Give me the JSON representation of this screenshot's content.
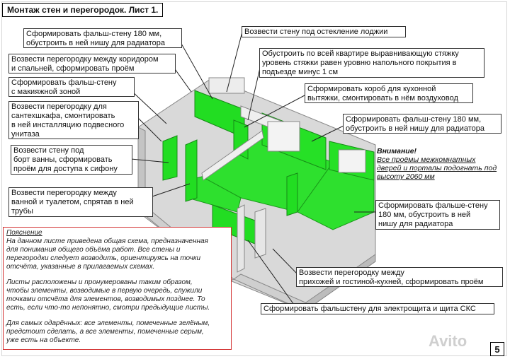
{
  "title": "Монтаж стен и перегородок. Лист 1.",
  "labels": {
    "l1": "Сформировать фальш-стену 180 мм,\nобустроить в ней нишу для радиатора",
    "l2": "Возвести стену под остекление лоджии",
    "l3": "Возвести перегородку между коридором\nи спальней, сформировать проём",
    "l4": "Обустроить по всей квартире выравнивающую стяжку\nуровень стяжки равен уровню напольного покрытия в\nподъезде минус 1 см",
    "l5": "Сформировать фальш-стену\nс макияжной зоной",
    "l6": "Сформировать короб для кухонной\nвытяжки, смонтировать в нём воздуховод",
    "l7": "Возвести перегородку для\nсантехшкафа, смонтировать\nв ней инсталляцию подвесного\nунитаза",
    "l8": "Сформировать фальш-стену 180 мм,\nобустроить в ней нишу для радиатора",
    "l9": "Возвести стену под\nборт ванны, сформировать\nпроём для доступа к сифону",
    "l10": "Возвести перегородку между\nванной и туалетом, спрятав в ней\nтрубы",
    "l11": "Сформировать фальше-стену\n180 мм, обустроить в ней\nнишу для радиатора",
    "l12": "Возвести перегородку между\nприхожей и гостиной-кухней, сформировать проём",
    "l13": "Сформировать фальшстену для электрощита и щита СКС"
  },
  "warning": {
    "heading": "Внимание!",
    "text": "Все проёмы межкомнатных дверей и порталы подогнать под высоту 2060 мм"
  },
  "note": {
    "heading": "Пояснение",
    "p1": "На данном листе приведена общая схема, предназначенная\nдля понимания общего объёма работ. Все стены и\nперегородки следует возводить, ориентируясь на точки\nотсчёта, указанные в прилагаемых схемах.",
    "p2": "Листы расположены и пронумерованы таким образом,\nчтобы элементы, возводимые в первую очередь, служили\nточками отсчёта для элементов, возводимых позднее. То\nесть, если что-то непонятно, смотри предыдущие листы.",
    "p3": "Для самых одарённых: все элементы, помеченные зелёным,\nпредстоит сделать, а все элементы, помеченные серым,\nуже есть на объекте."
  },
  "page_number": "5",
  "watermark": "Avito",
  "colors": {
    "green": "#22dd22",
    "gray_wall": "#e2e2e2",
    "gray_dark": "#bdbdbd",
    "note_border": "#d23030"
  }
}
